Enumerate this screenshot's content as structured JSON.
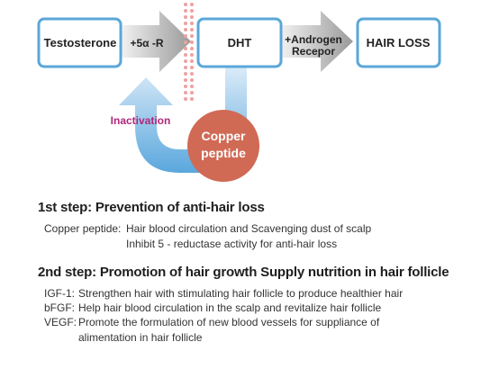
{
  "diagram": {
    "testosterone": "Testosterone",
    "enzyme": "+5α -R",
    "dht": "DHT",
    "receptor_line1": "+Androgen",
    "receptor_line2": "Recepor",
    "hair_loss": "HAIR LOSS",
    "inactivation": "Inactivation",
    "copper_line1": "Copper",
    "copper_line2": "peptide",
    "colors": {
      "box_border": "#5aa7d8",
      "copper_circle": "#d06a55",
      "inactivation_text": "#b0287a",
      "dots": "#f0a0a0"
    }
  },
  "step1": {
    "title": "1st step: Prevention of anti-hair loss",
    "label": "Copper peptide:",
    "line1": "Hair blood circulation and Scavenging dust of scalp",
    "line2": "Inhibit 5 - reductase activity for anti-hair loss"
  },
  "step2": {
    "title": "2nd step: Promotion of hair growth Supply nutrition in hair follicle",
    "igf_label": "IGF-1:",
    "igf_text": "Strengthen hair with stimulating hair follicle to produce healthier hair",
    "bfgf_label": "bFGF:",
    "bfgf_text": "Help hair blood circulation in the scalp and revitalize hair follicle",
    "vegf_label": "VEGF:",
    "vegf_text": "Promote the formulation of new blood vessels for suppliance of",
    "vegf_text2": "alimentation in hair follicle"
  }
}
